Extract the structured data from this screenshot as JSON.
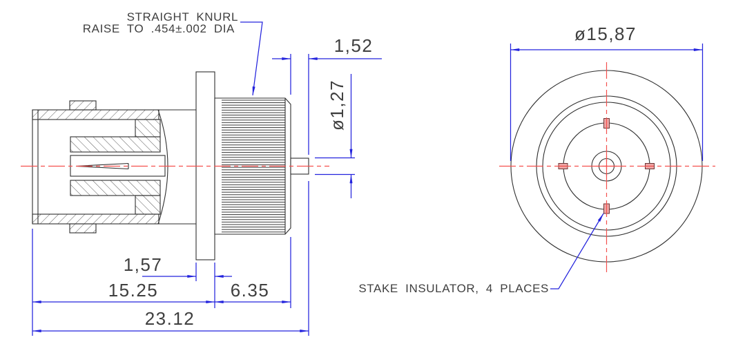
{
  "annotations": {
    "knurl_note_line1": "STRAIGHT KNURL",
    "knurl_note_line2": "RAISE TO .454±.002 DIA",
    "stake_note": "STAKE INSULATOR, 4 PLACES"
  },
  "dimensions": {
    "pin_protrusion": "1,52",
    "pin_diameter": "ø1,27",
    "flange_diameter": "ø15,87",
    "flange_thickness": "1,57",
    "body_length": "15.25",
    "barrel_length": "6.35",
    "overall_length": "23.12"
  },
  "colors": {
    "dim-blue": "#2323dd",
    "centerline-red": "#f4504e",
    "line-dark": "#2e2e2e",
    "text-gray": "#3f3f3f",
    "stake-fill": "#eda6a6",
    "stake-stroke": "#6d3535"
  }
}
